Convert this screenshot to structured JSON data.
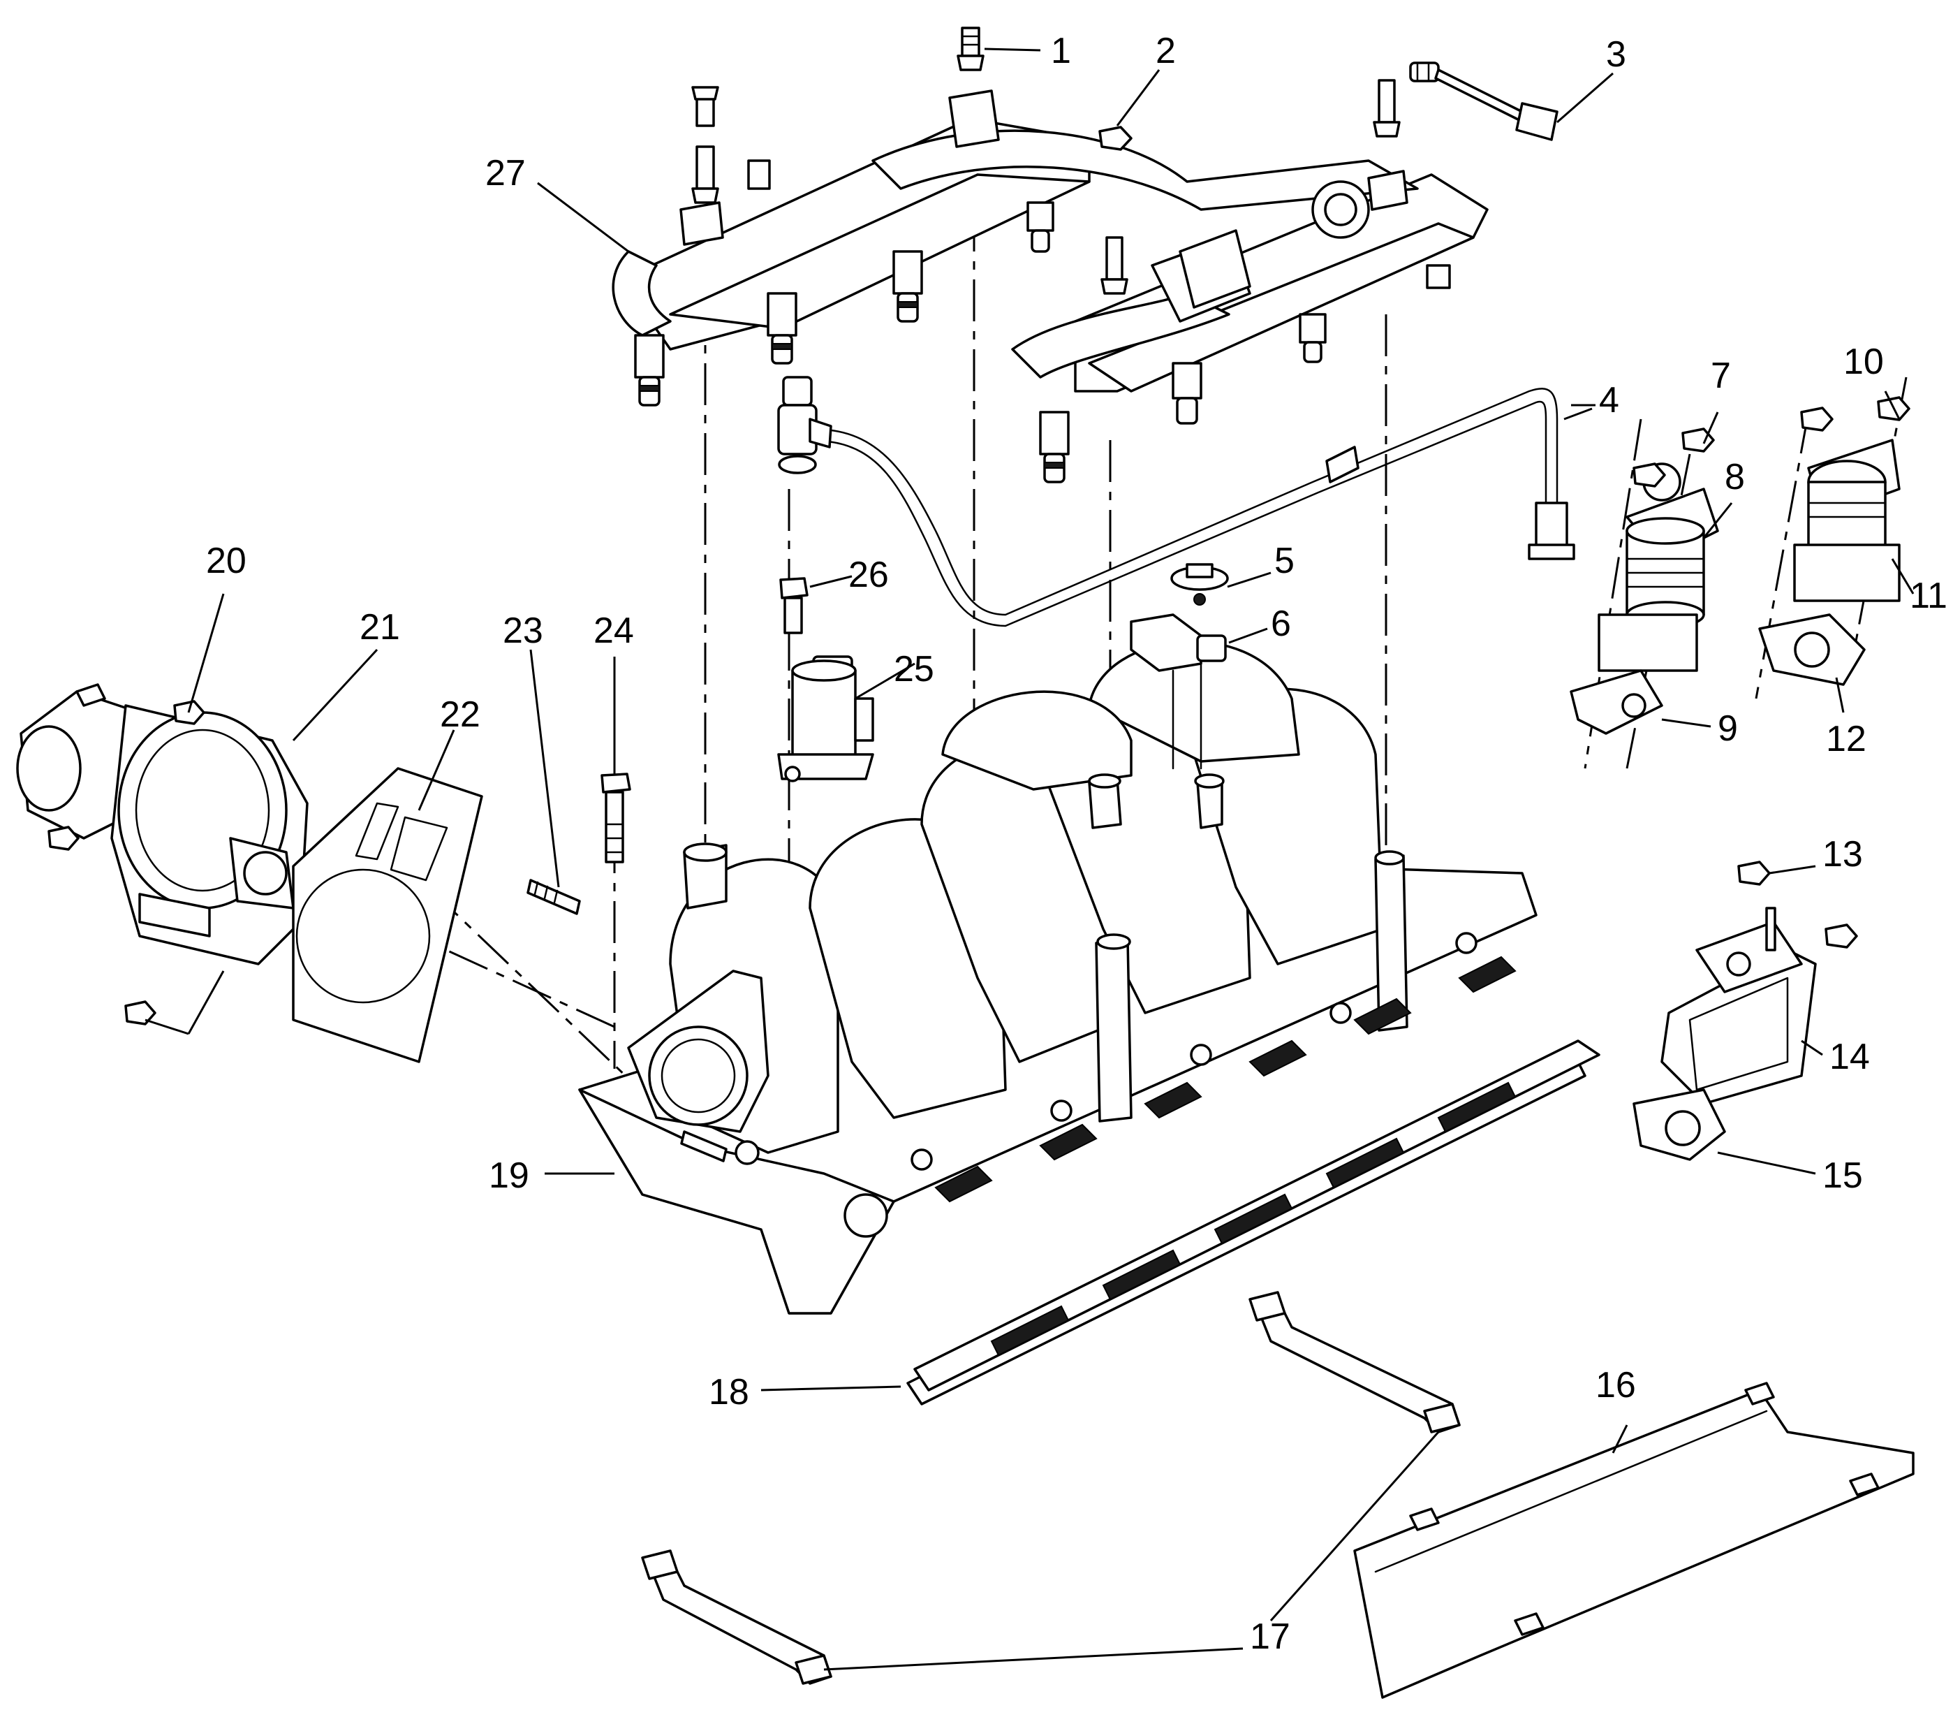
{
  "callouts": [
    {
      "id": "1",
      "label": "1"
    },
    {
      "id": "2",
      "label": "2"
    },
    {
      "id": "3",
      "label": "3"
    },
    {
      "id": "4",
      "label": "4"
    },
    {
      "id": "5",
      "label": "5"
    },
    {
      "id": "6",
      "label": "6"
    },
    {
      "id": "7",
      "label": "7"
    },
    {
      "id": "8",
      "label": "8"
    },
    {
      "id": "9",
      "label": "9"
    },
    {
      "id": "10",
      "label": "10"
    },
    {
      "id": "11",
      "label": "11"
    },
    {
      "id": "12",
      "label": "12"
    },
    {
      "id": "13",
      "label": "13"
    },
    {
      "id": "14",
      "label": "14"
    },
    {
      "id": "15",
      "label": "15"
    },
    {
      "id": "16",
      "label": "16"
    },
    {
      "id": "17",
      "label": "17"
    },
    {
      "id": "18",
      "label": "18"
    },
    {
      "id": "19",
      "label": "19"
    },
    {
      "id": "20",
      "label": "20"
    },
    {
      "id": "21",
      "label": "21"
    },
    {
      "id": "22",
      "label": "22"
    },
    {
      "id": "23",
      "label": "23"
    },
    {
      "id": "24",
      "label": "24"
    },
    {
      "id": "25",
      "label": "25"
    },
    {
      "id": "26",
      "label": "26"
    },
    {
      "id": "27",
      "label": "27"
    }
  ],
  "colors": {
    "line": "#000000",
    "background": "#ffffff"
  }
}
